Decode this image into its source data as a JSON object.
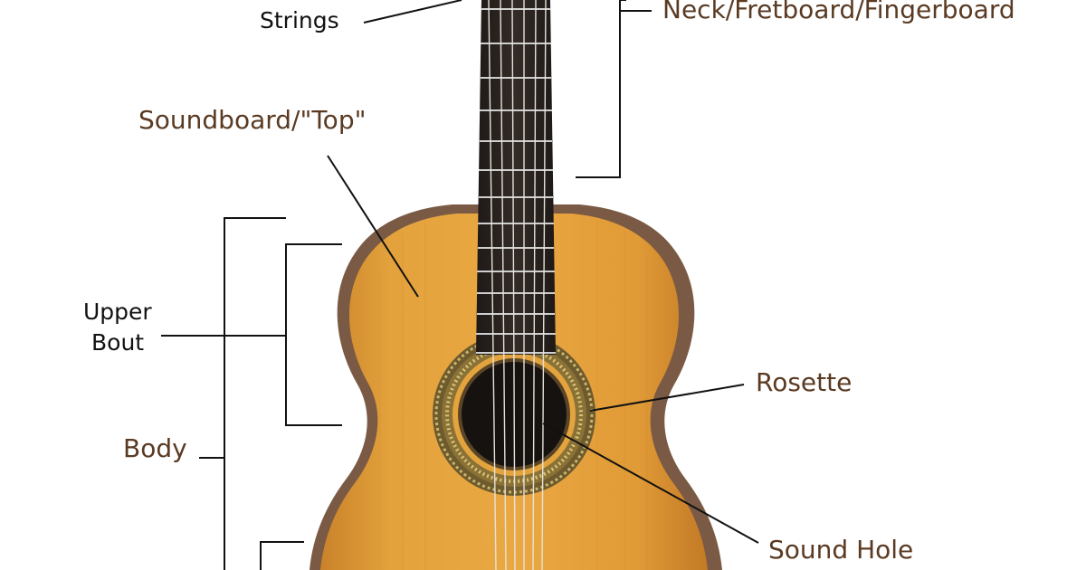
{
  "diagram": {
    "labels": {
      "strings": "Strings",
      "neck": "Neck/Fretboard/Fingerboard",
      "soundboard": "Soundboard/\"Top\"",
      "upper_bout_line1": "Upper",
      "upper_bout_line2": "Bout",
      "rosette": "Rosette",
      "body": "Body",
      "sound_hole": "Sound Hole"
    },
    "colors": {
      "background": "#ffffff",
      "label_black": "#111111",
      "label_brown": "#5a3a22",
      "leader_line": "#111111",
      "top_wood": "#e3a23c",
      "top_wood_dark": "#c9822a",
      "binding": "#7a5a44",
      "fretboard": "#2b2421",
      "frets": "#cfcfcf",
      "sound_hole": "#151210",
      "rosette_outer": "#6d5a2e",
      "rosette_inner": "#c8b46a"
    }
  }
}
